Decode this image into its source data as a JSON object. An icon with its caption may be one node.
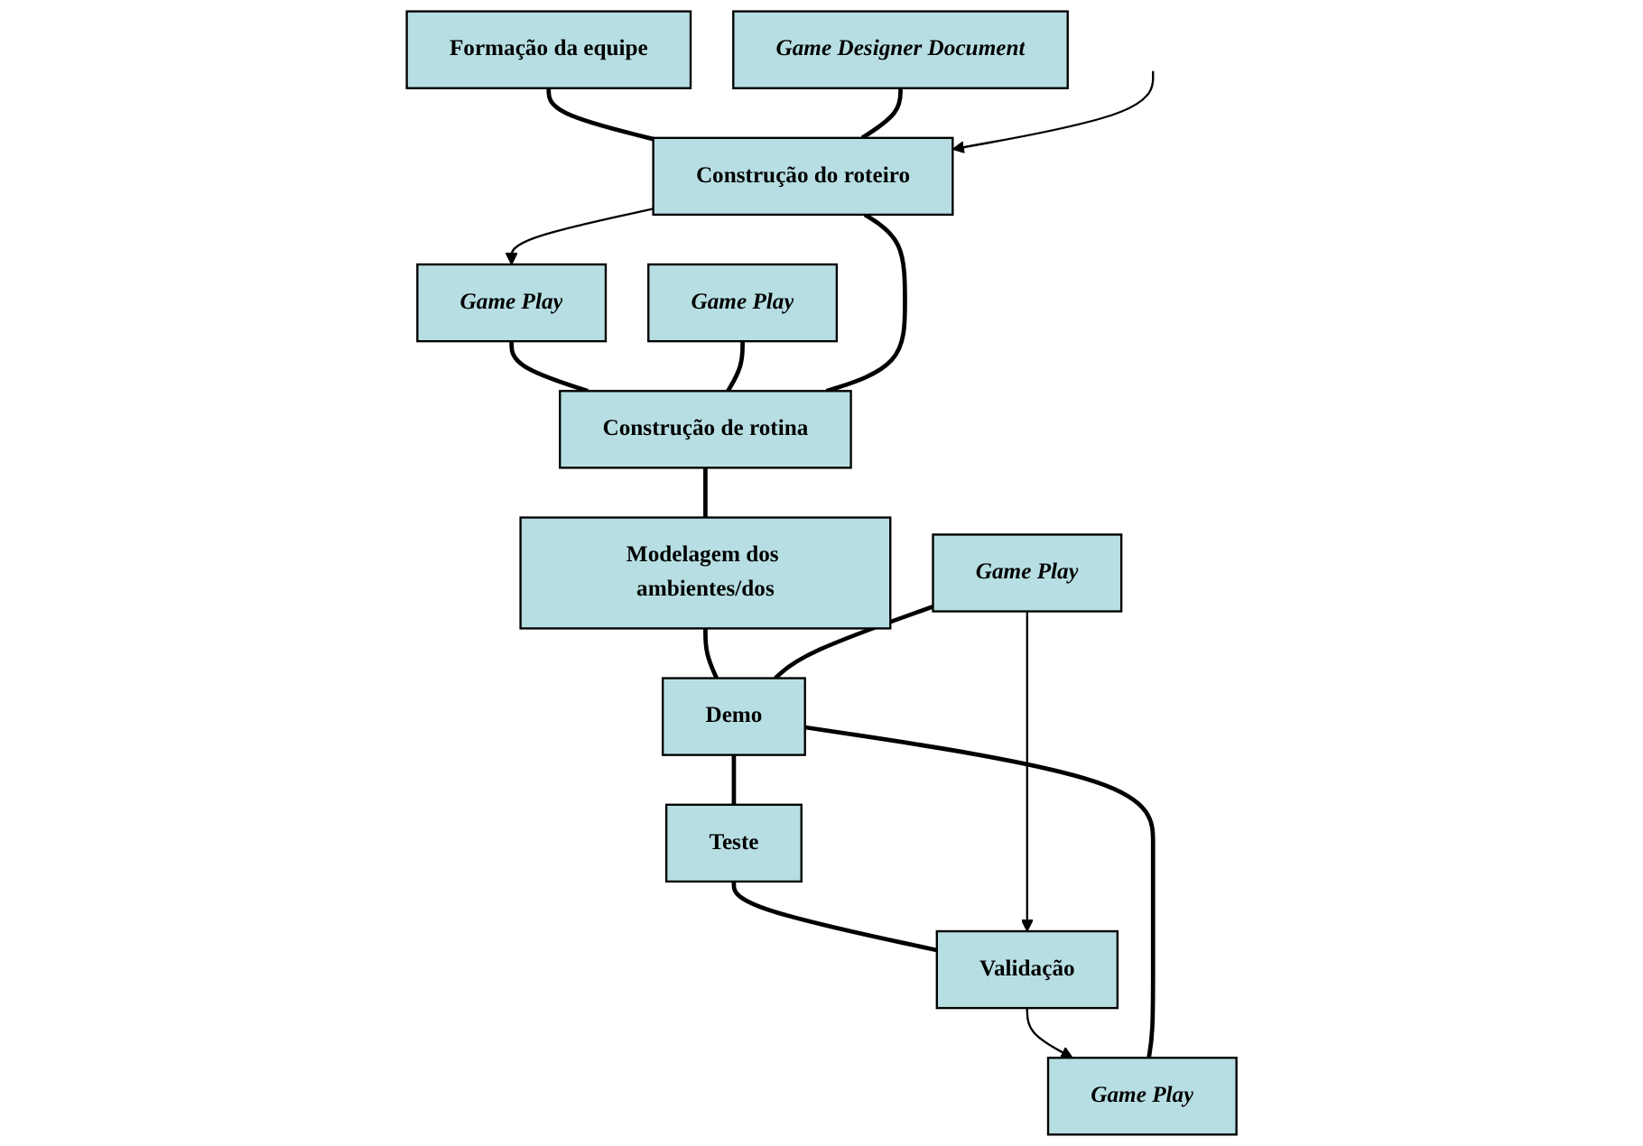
{
  "diagram": {
    "nodes": [
      {
        "text": [
          "Formação da equipe"
        ]
      },
      {
        "text": [
          "Game Designer Document"
        ]
      },
      {
        "text": [
          "Construção do roteiro"
        ]
      },
      {
        "text": [
          "Game Play"
        ]
      },
      {
        "text": [
          "Game Play"
        ]
      },
      {
        "text": [
          "Construção de rotina"
        ]
      },
      {
        "text": [
          "Modelagem dos ambientes/dos"
        ]
      },
      {
        "text": [
          "Game Play"
        ]
      },
      {
        "text": [
          "Game Play"
        ]
      },
      {
        "text": [
          "Demo"
        ]
      },
      {
        "text": [
          "Teste"
        ]
      },
      {
        "text": [
          "Validação"
        ]
      }
    ],
    "edges": [
      {
        "from": 0,
        "to": 2,
        "arrow": "none"
      },
      {
        "from": 1,
        "to": 2,
        "arrow": "none"
      },
      {
        "from": 2,
        "to": 3,
        "arrow": "to"
      },
      {
        "from": null,
        "to": 2,
        "arrow": "to"
      },
      {
        "from": 3,
        "to": 5,
        "arrow": "none"
      },
      {
        "from": 4,
        "to": 5,
        "arrow": "none"
      },
      {
        "from": 2,
        "to": 5,
        "arrow": "none"
      },
      {
        "from": 5,
        "to": 6,
        "arrow": "none"
      },
      {
        "from": 6,
        "to": 9,
        "arrow": "none"
      },
      {
        "from": 7,
        "to": 9,
        "arrow": "none"
      },
      {
        "from": 8,
        "to": 9,
        "arrow": "none"
      },
      {
        "from": 9,
        "to": 10,
        "arrow": "none"
      },
      {
        "from": 10,
        "to": 11,
        "arrow": "none"
      },
      {
        "from": 7,
        "to": 11,
        "arrow": "to"
      },
      {
        "from": 11,
        "to": 8,
        "arrow": "to"
      }
    ]
  }
}
